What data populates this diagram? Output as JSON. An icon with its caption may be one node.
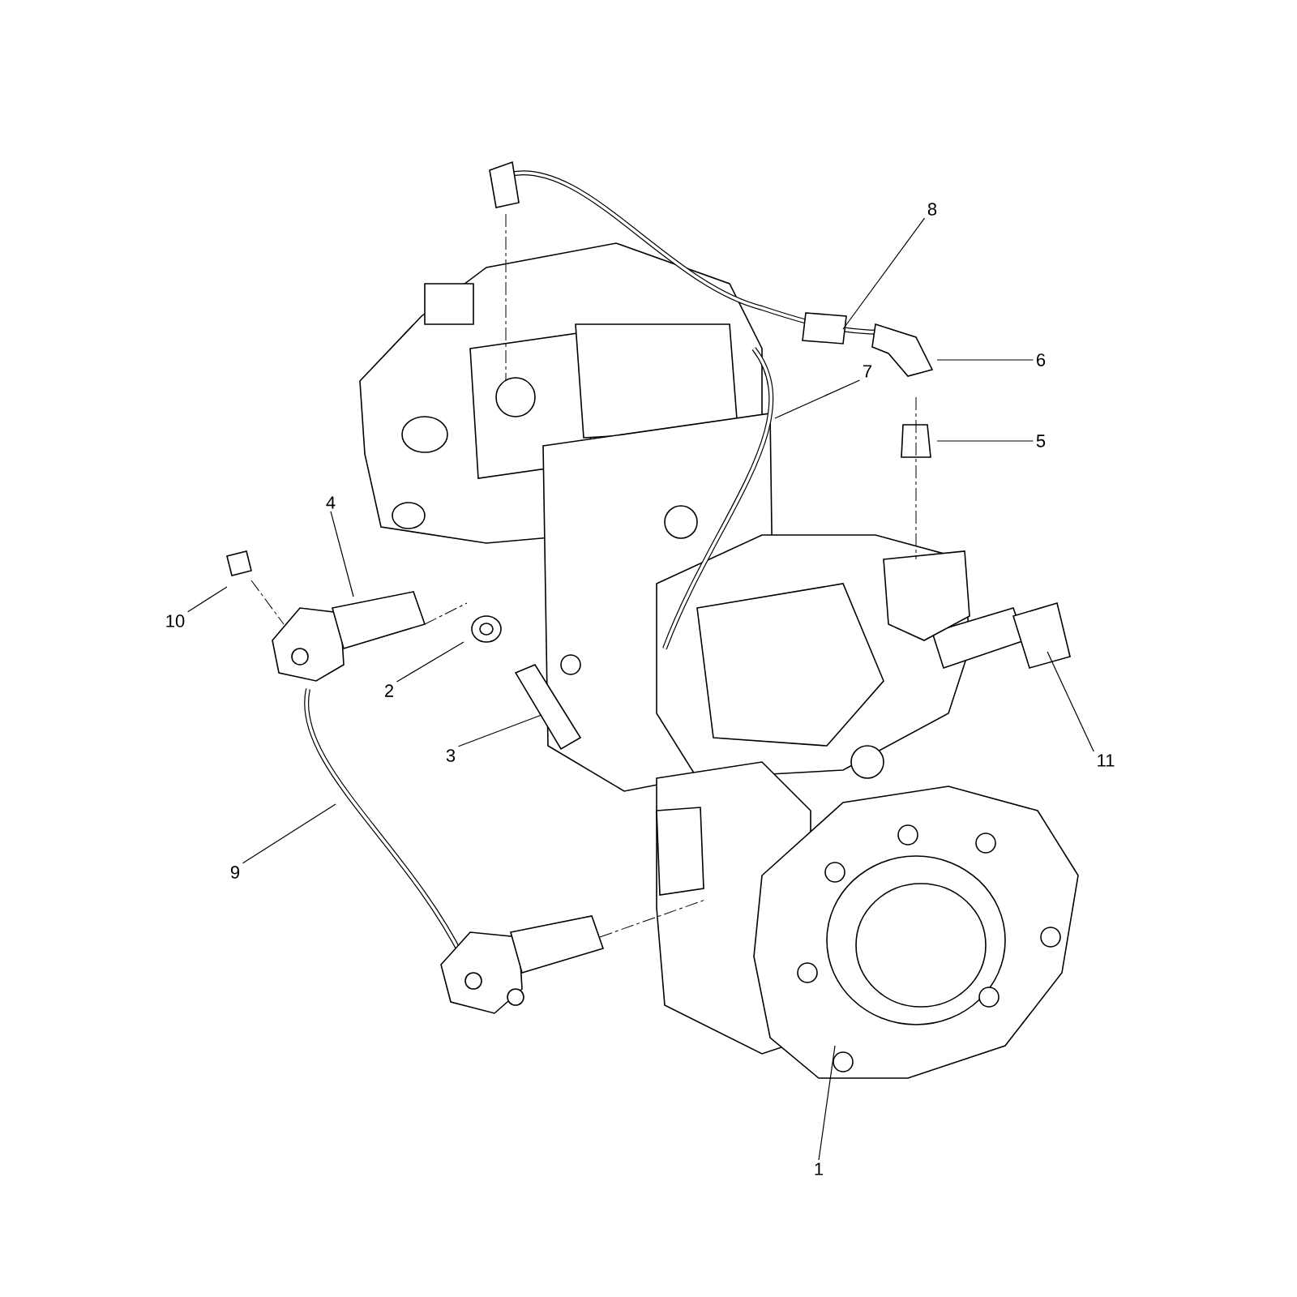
{
  "diagram": {
    "nodes": [
      {
        "text": [
          "1"
        ]
      },
      {
        "text": [
          "2"
        ]
      },
      {
        "text": [
          "3"
        ]
      },
      {
        "text": [
          "4"
        ]
      },
      {
        "text": [
          "5"
        ]
      },
      {
        "text": [
          "6"
        ]
      },
      {
        "text": [
          "7"
        ]
      },
      {
        "text": [
          "8"
        ]
      },
      {
        "text": [
          "9"
        ]
      },
      {
        "text": [
          "10"
        ]
      },
      {
        "text": [
          "11"
        ]
      }
    ],
    "edges": [
      {
        "from": 0,
        "to": null,
        "arrow": "none"
      },
      {
        "from": 1,
        "to": null,
        "arrow": "none"
      },
      {
        "from": 2,
        "to": null,
        "arrow": "none"
      },
      {
        "from": 3,
        "to": null,
        "arrow": "none"
      },
      {
        "from": 4,
        "to": null,
        "arrow": "none"
      },
      {
        "from": 5,
        "to": null,
        "arrow": "none"
      },
      {
        "from": 6,
        "to": null,
        "arrow": "none"
      },
      {
        "from": 7,
        "to": null,
        "arrow": "none"
      },
      {
        "from": 8,
        "to": null,
        "arrow": "none"
      },
      {
        "from": 9,
        "to": null,
        "arrow": "none"
      },
      {
        "from": 10,
        "to": null,
        "arrow": "none"
      }
    ]
  }
}
